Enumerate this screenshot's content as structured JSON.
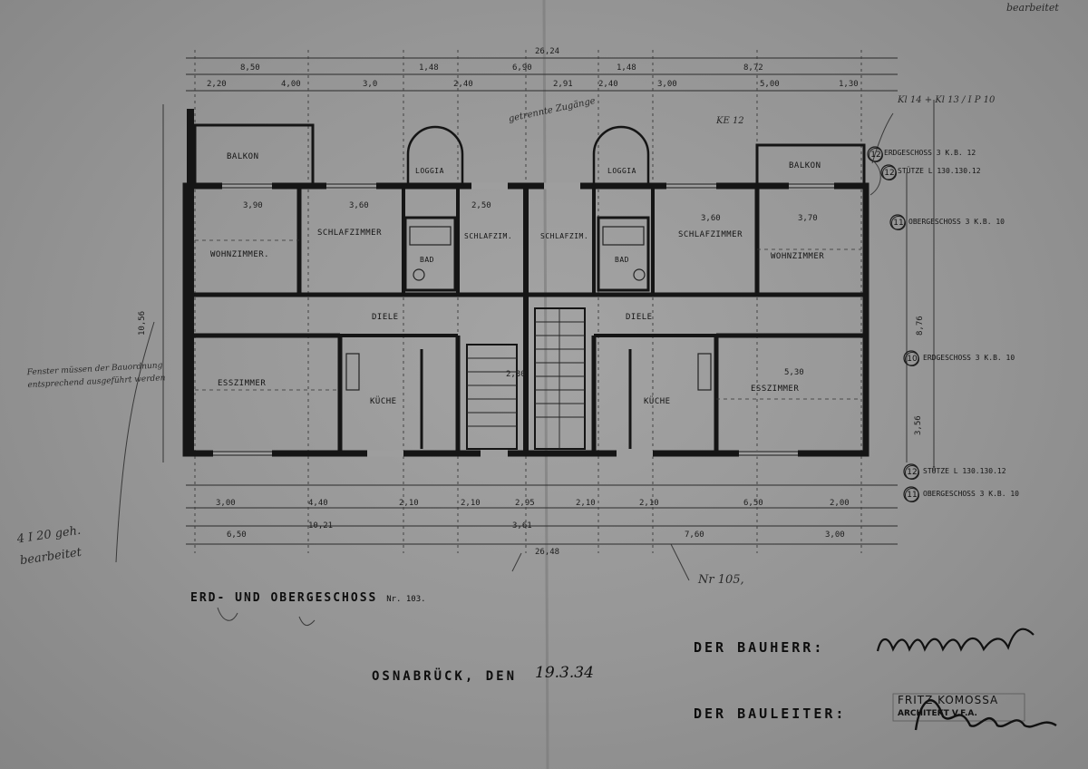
{
  "sheet": {
    "title": "ERD- UND OBERGESCHOSS",
    "title_number": "Nr. 103.",
    "place_date_label": "OSNABRÜCK, DEN",
    "date": "19.3.34",
    "bauherr_label": "DER BAUHERR:",
    "bauleiter_label": "DER BAULEITER:",
    "architect_stamp_line1": "FRITZ KOMOSSA",
    "architect_stamp_line2": "ARCHITEKT V.F.A.",
    "plan_number_note": "Nr 105,",
    "corner_note": "bearbeitet"
  },
  "dimensions": {
    "overall_top": "26,24",
    "overall_bottom": "26,48",
    "height_left": "10,56",
    "height_right": "8,76",
    "top_row": [
      "8,50",
      "1,48",
      "6,90",
      "1,48",
      "8,72"
    ],
    "top_sub_row": [
      "2,20",
      "4,00",
      "3,0",
      "2,40",
      "2,91",
      "2,40",
      "3,00",
      "5,00",
      "1,30"
    ],
    "bottom_row": [
      "3,00",
      "4,40",
      "2,10",
      "2,10",
      "2,95",
      "2,10",
      "2,10",
      "6,50",
      "2,00"
    ],
    "bottom_total_row": [
      "6,50",
      "10,21",
      "3,61",
      "7,60",
      "3,00"
    ],
    "room_widths": [
      "3,90",
      "3,60",
      "2,50",
      "3,60",
      "3,70",
      "2,30",
      "5,30",
      "3,56"
    ]
  },
  "rooms": {
    "balkon_left": "BALKON",
    "balkon_right": "BALKON",
    "loggia_left": "LOGGIA",
    "loggia_right": "LOGGIA",
    "wohnzimmer_left": "WOHNZIMMER.",
    "wohnzimmer_right": "WOHNZIMMER",
    "schlafzimmer_left": "SCHLAFZIMMER",
    "schlafzimmer_right": "SCHLAFZIMMER",
    "schlafzim_left": "SCHLAFZIM.",
    "schlafzim_right": "SCHLAFZIM.",
    "bad_left": "BAD",
    "bad_right": "BAD",
    "diele_left": "DIELE",
    "diele_right": "DIELE",
    "esszimmer_left": "ESSZIMMER",
    "esszimmer_right": "ESSZIMMER",
    "kueche_left": "KÜCHE",
    "kueche_right": "KÜCHE"
  },
  "legend": [
    {
      "no": "12",
      "text": "ERDGESCHOSS  3 K.B. 12"
    },
    {
      "no": "12",
      "text": "STÜTZE   L 130.130.12"
    },
    {
      "no": "11",
      "text": "OBERGESCHOSS  3 K.B. 10"
    },
    {
      "no": "10",
      "text": "ERDGESCHOSS  3 K.B. 10"
    },
    {
      "no": "12",
      "text": "STÜTZE   L 130.130.12"
    },
    {
      "no": "11",
      "text": "OBERGESCHOSS  3 K.B. 10"
    }
  ],
  "annotations": {
    "left_margin_note": "Fenster müssen der Bauordnung entsprechend ausgeführt werden",
    "bottom_left_note": "4 I 20 geh. bearbeitet",
    "top_right_note": "Kl 14 + Kl 13 / I P 10",
    "top_note_mid": "KE 12",
    "loggia_note": "getrennte Zugänge"
  },
  "colors": {
    "paper": "#9a9a9a",
    "ink": "#141414"
  }
}
